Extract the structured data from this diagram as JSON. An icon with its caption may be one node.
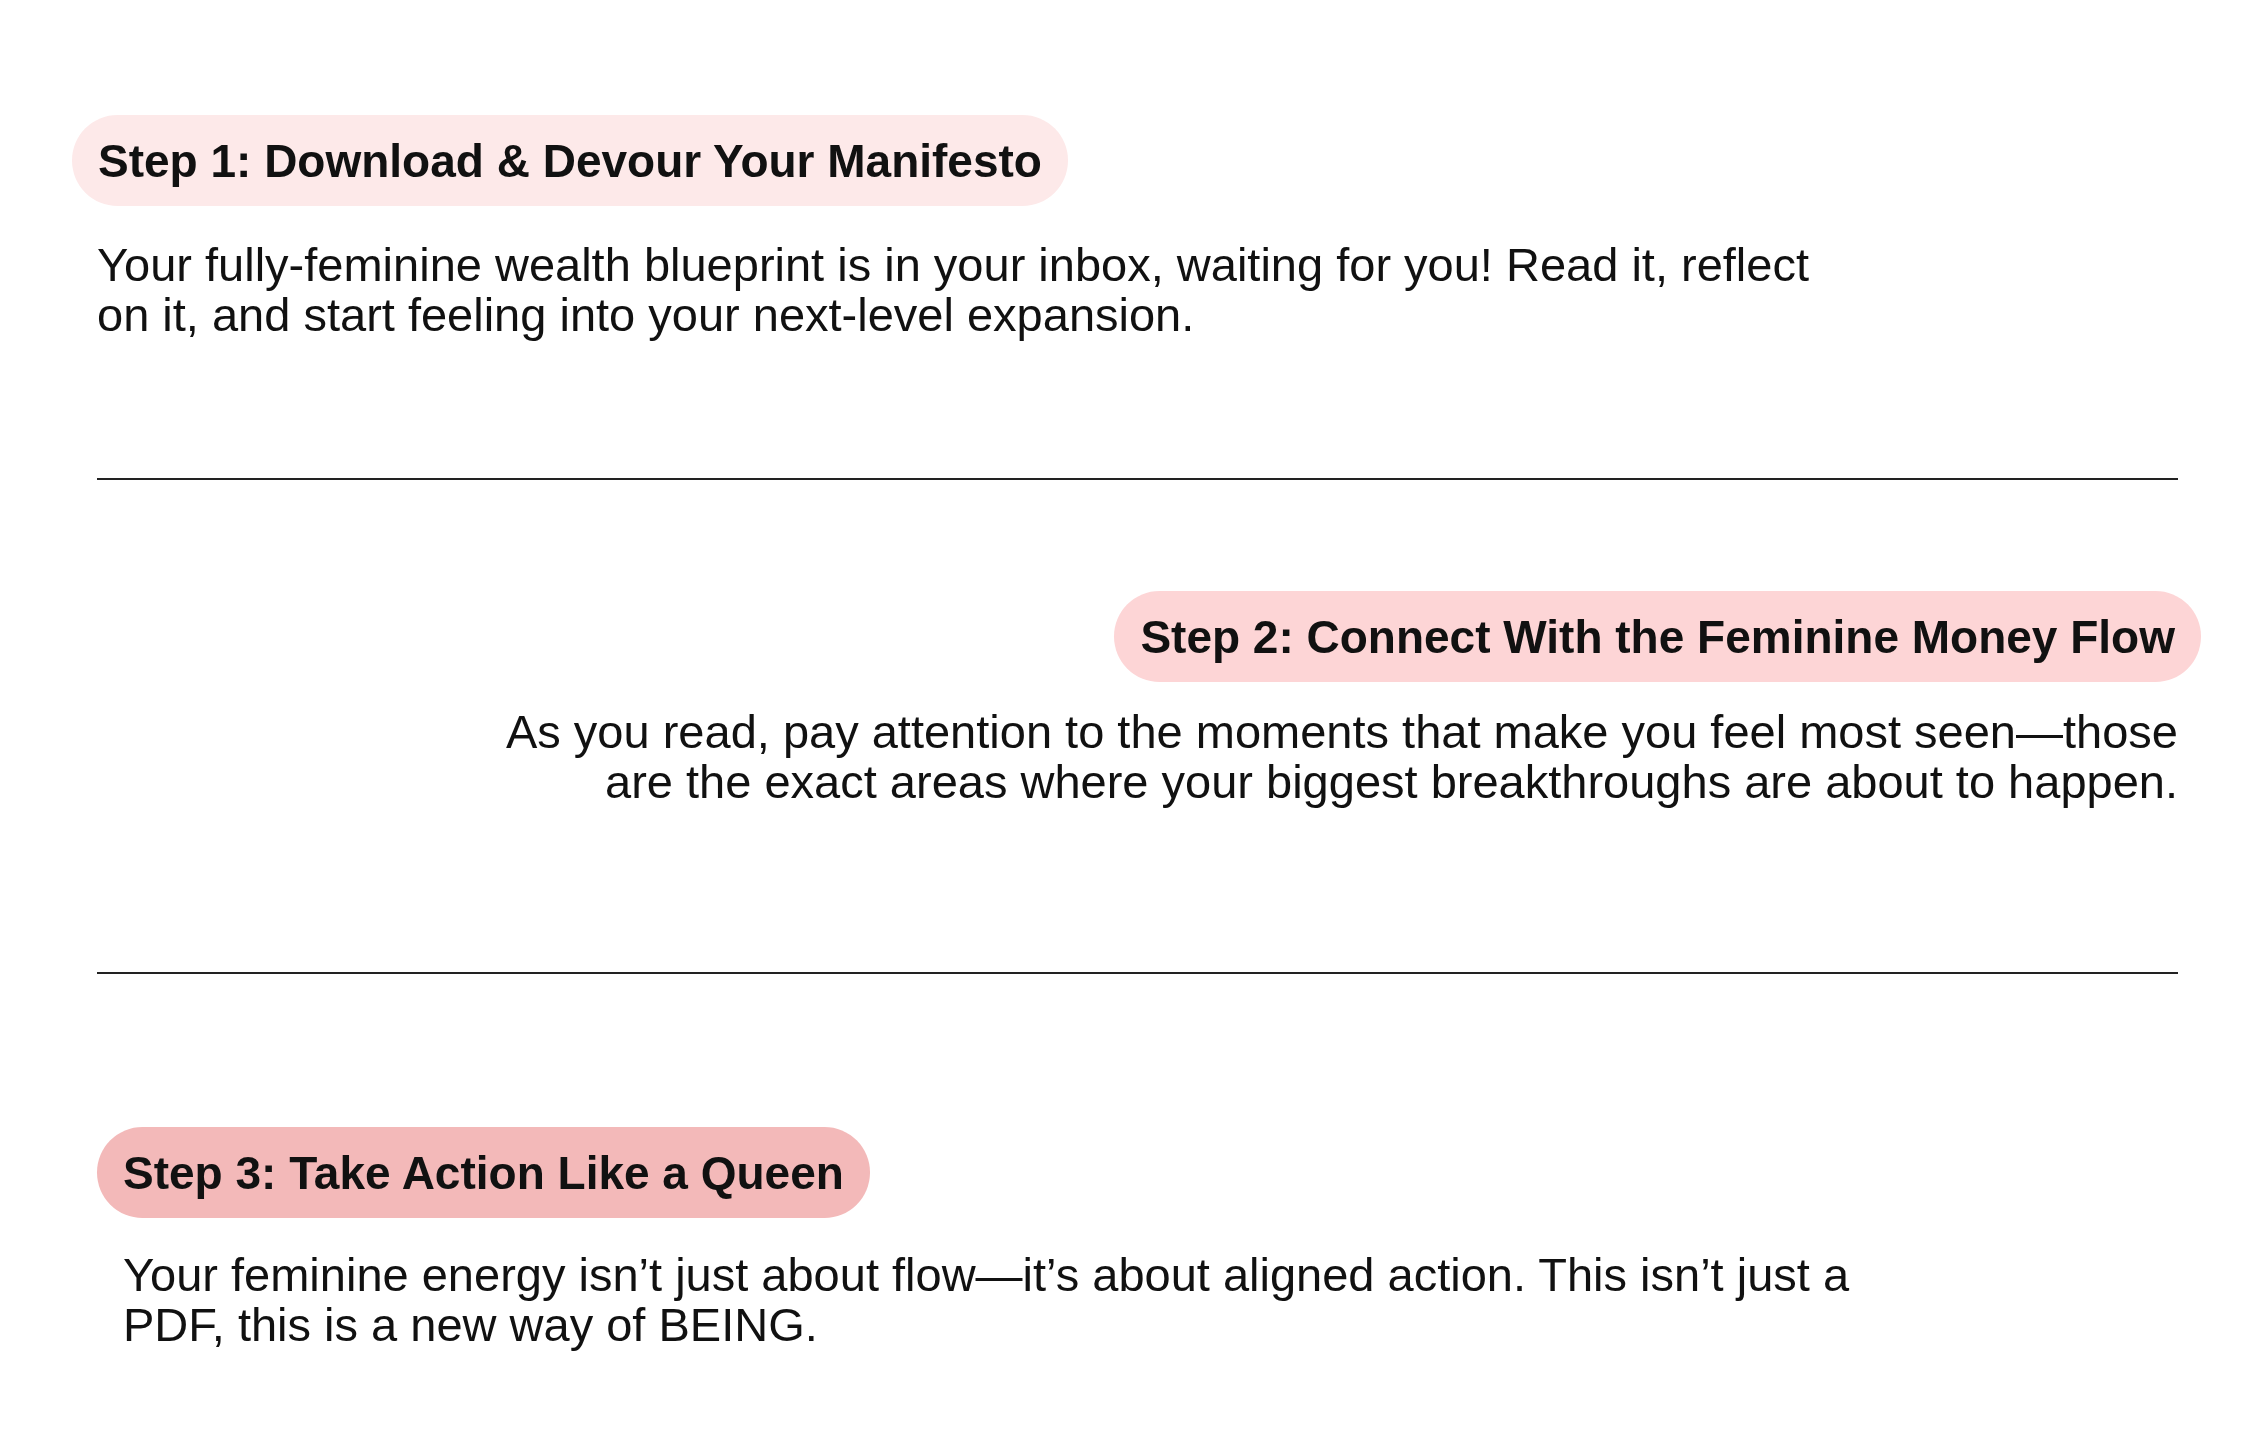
{
  "diagram": {
    "nodes": [
      {
        "text": [
          "Step 1: Download & Devour Your Manifesto"
        ],
        "beside": [
          "Your fully-feminine wealth blueprint is in your inbox, waiting for you! Read it, reflect on it, and start feeling into your next-level expansion."
        ]
      },
      {
        "text": [
          "Step 2: Connect With the Feminine Money Flow"
        ],
        "beside": [
          "As you read, pay attention to the moments that make you feel most seen—those are the exact areas where your biggest breakthroughs are about to happen."
        ]
      },
      {
        "text": [
          "Step 3: Take Action Like a Queen"
        ],
        "beside": [
          "Your feminine energy isn’t just about flow—it’s about aligned action. This isn’t just a PDF, this is a new way of BEING."
        ]
      }
    ],
    "edges": []
  }
}
